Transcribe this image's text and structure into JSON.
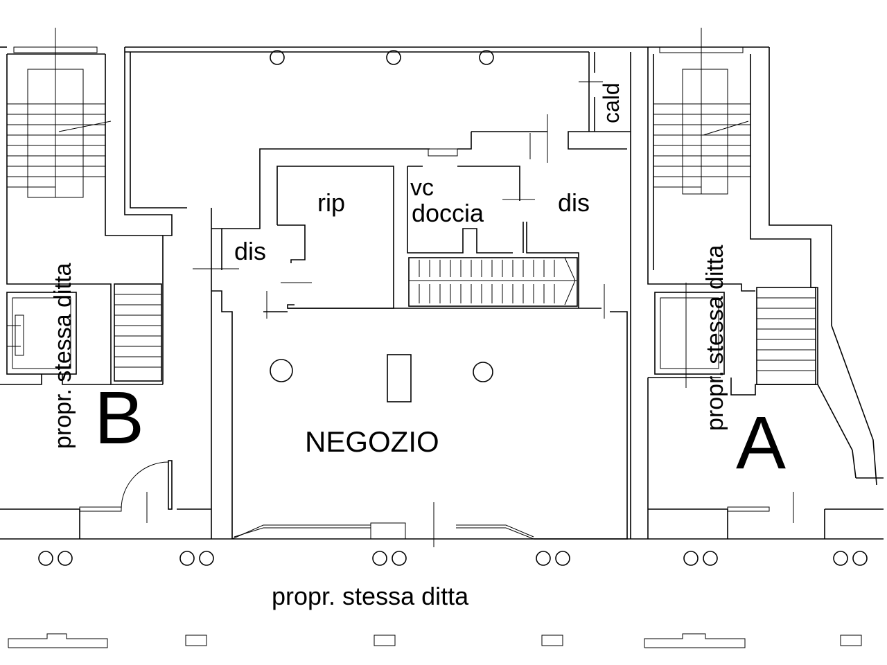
{
  "labels": {
    "cald": "cald",
    "rip": "rip",
    "vc": "vc",
    "doccia": "doccia",
    "dis_right": "dis",
    "dis_left": "dis",
    "negozio": "NEGOZIO",
    "unit_b": "B",
    "unit_a": "A",
    "side_left": "propr. stessa ditta",
    "side_right": "propr. stessa ditta",
    "bottom": "propr. stessa ditta"
  }
}
